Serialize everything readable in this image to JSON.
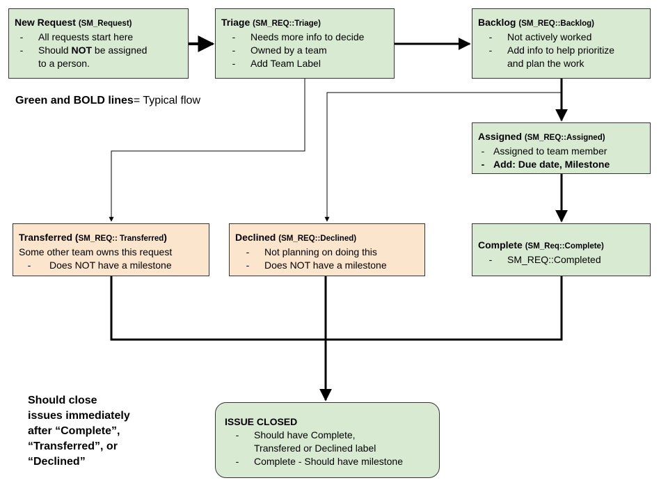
{
  "legend": {
    "bold": "Green and BOLD lines",
    "rest": "= Typical flow"
  },
  "boxes": {
    "new_request": {
      "title": "New Request",
      "tag": "(SM_Request)",
      "bullet1": "All requests start here",
      "bullet2_pre": "Should ",
      "bullet2_bold": "NOT",
      "bullet2_post": " be assigned",
      "bullet2_cont": "to a person."
    },
    "triage": {
      "title": "Triage",
      "tag": "(SM_REQ::Triage)",
      "bullets": [
        "Needs more info to decide",
        "Owned by a team",
        "Add Team Label"
      ]
    },
    "backlog": {
      "title": "Backlog",
      "tag": "(SM_REQ::Backlog)",
      "bullet1": "Not actively worked",
      "bullet2": "Add info to help prioritize",
      "bullet2_cont": "and plan the work"
    },
    "assigned": {
      "title": "Assigned",
      "tag": "(SM_REQ::Assigned)",
      "bullet1": "Assigned to team member",
      "bullet2": "Add: Due date, Milestone"
    },
    "transferred": {
      "title": "Transferred (",
      "tag": "SM_REQ:: Transferred",
      "title_end": ")",
      "line1": "Some other team owns this request",
      "bullet1": "Does NOT have a milestone"
    },
    "declined": {
      "title": "Declined",
      "tag": "(SM_REQ::Declined)",
      "bullets": [
        "Not planning on doing this",
        "Does NOT have a milestone"
      ]
    },
    "complete": {
      "title": "Complete",
      "tag": "(SM_Req::Complete)",
      "bullet1": "SM_REQ::Completed"
    },
    "closed": {
      "title": "ISSUE CLOSED",
      "bullet1": "Should have Complete,",
      "bullet1_cont": "Transfered or Declined label",
      "bullet2": "Complete - Should have milestone"
    }
  },
  "note": {
    "lines": [
      "Should close",
      "issues immediately",
      "after “Complete”,",
      "“Transferred”, or",
      "“Declined”"
    ]
  },
  "colors": {
    "green": "#d9ead3",
    "orange": "#fce5cd",
    "border": "#333333",
    "arrow": "#000000"
  },
  "dash": "-"
}
